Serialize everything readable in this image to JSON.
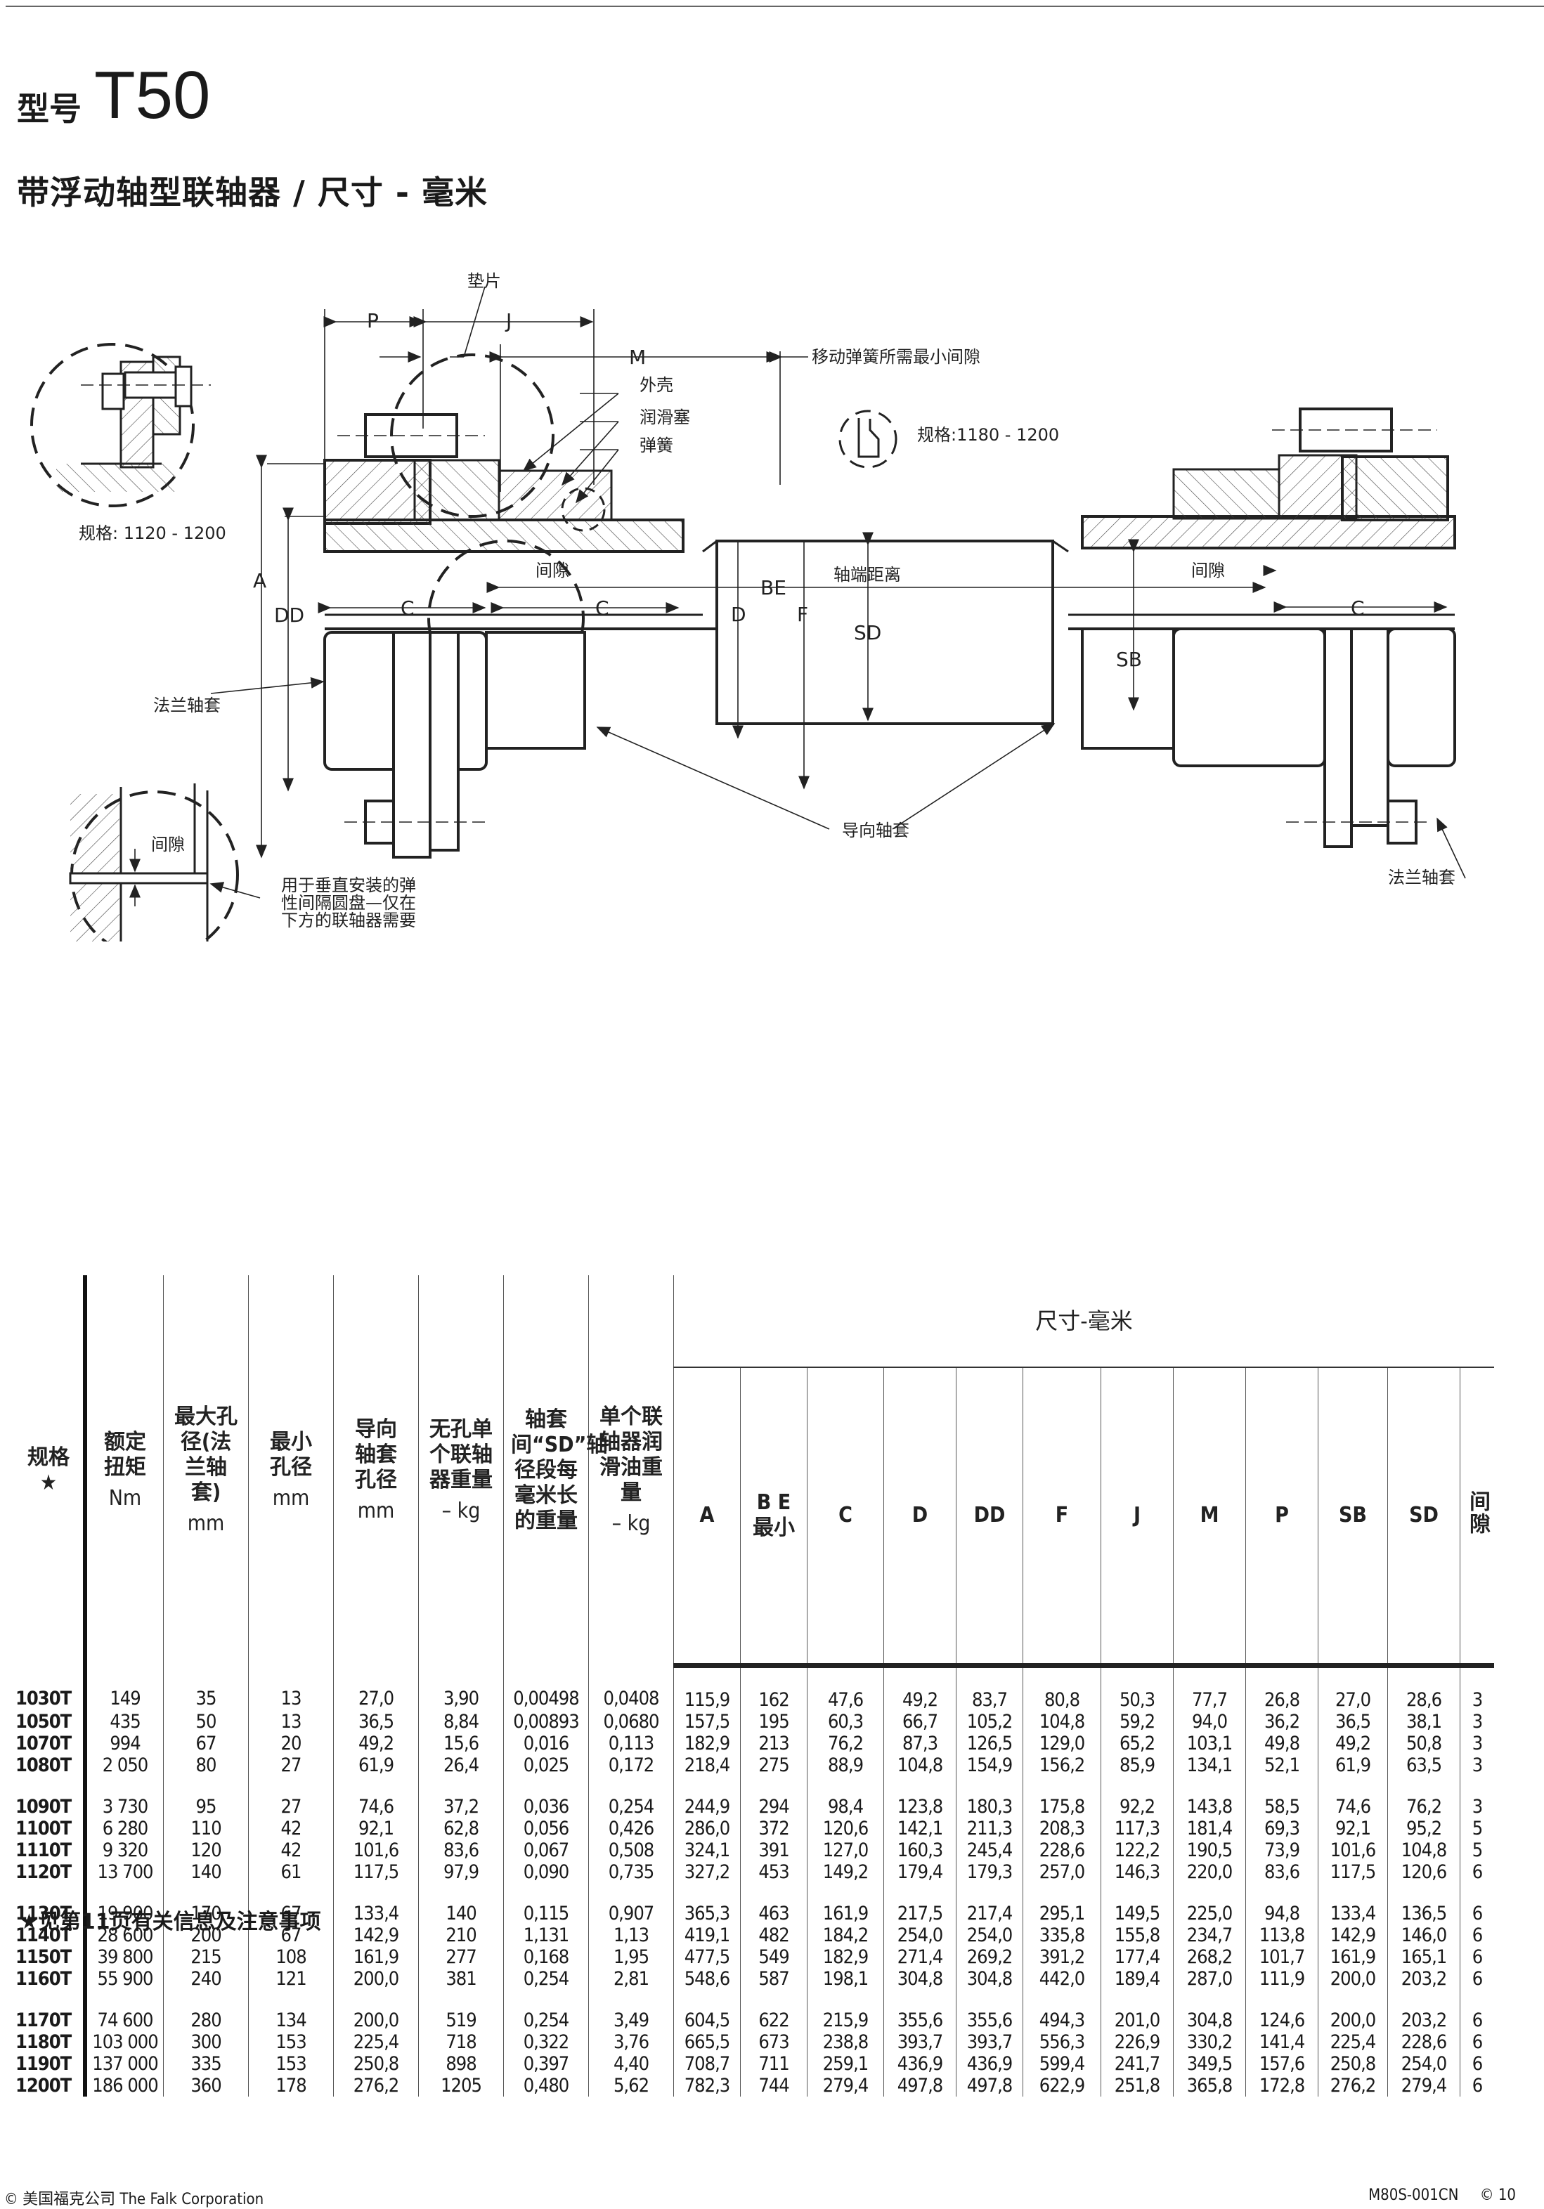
{
  "header": {
    "model_prefix": "型号",
    "model_code": "T50",
    "subtitle": "带浮动轴型联轴器 / 尺寸 - 毫米"
  },
  "drawing": {
    "labels": {
      "shim": "垫片",
      "p": "P",
      "j": "J",
      "m": "M",
      "min_clearance": "移动弹簧所需最小间隙",
      "shell": "外壳",
      "lube_plug": "润滑塞",
      "spring": "弹簧",
      "detail_top_left_size": "规格: 1120 - 1200",
      "detail_top_center_size": "规格:1180 - 1200",
      "a": "A",
      "dd": "DD",
      "c_left": "C",
      "c_mid": "C",
      "c_right": "C",
      "gap_left": "间隙",
      "gap_right": "间隙",
      "be": "BE",
      "shaft_end_distance": "轴端距离",
      "d": "D",
      "f": "F",
      "sd": "SD",
      "sb": "SB",
      "flange_hub_left": "法兰轴套",
      "flange_hub_right": "法兰轴套",
      "guide_hub": "导向轴套",
      "detail_gap": "间隙",
      "vertical_note_line1": "用于垂直安装的弹",
      "vertical_note_line2": "性间隔圆盘—仅在",
      "vertical_note_line3": "下方的联轴器需要"
    }
  },
  "table": {
    "headers": {
      "size": "规格",
      "size_mark": "★",
      "torque": "额定扭矩",
      "torque_unit": "Nm",
      "max_bore": "最大孔径(法兰轴套)",
      "max_bore_unit": "mm",
      "min_bore": "最小孔径",
      "min_bore_unit": "mm",
      "guide_bore": "导向轴套孔径",
      "guide_bore_unit": "mm",
      "weight": "无孔单个联轴器重量",
      "weight_unit": "– kg",
      "sd_weight": "轴套间“SD”轴径段每毫米长的重量",
      "lube_weight": "单个联轴器润滑油重量",
      "lube_weight_unit": "– kg",
      "dims_group": "尺寸-毫米",
      "a": "A",
      "be": "B E",
      "be_sub": "最小",
      "c": "C",
      "d": "D",
      "dd": "DD",
      "f": "F",
      "j": "J",
      "m": "M",
      "p": "P",
      "sb": "SB",
      "sd": "SD",
      "gap": "间隙"
    },
    "groups": [
      [
        [
          "1030T",
          "149",
          "35",
          "13",
          "27,0",
          "3,90",
          "0,00498",
          "0,0408",
          "115,9",
          "162",
          "47,6",
          "49,2",
          "83,7",
          "80,8",
          "50,3",
          "77,7",
          "26,8",
          "27,0",
          "28,6",
          "3"
        ],
        [
          "1050T",
          "435",
          "50",
          "13",
          "36,5",
          "8,84",
          "0,00893",
          "0,0680",
          "157,5",
          "195",
          "60,3",
          "66,7",
          "105,2",
          "104,8",
          "59,2",
          "94,0",
          "36,2",
          "36,5",
          "38,1",
          "3"
        ],
        [
          "1070T",
          "994",
          "67",
          "20",
          "49,2",
          "15,6",
          "0,016",
          "0,113",
          "182,9",
          "213",
          "76,2",
          "87,3",
          "126,5",
          "129,0",
          "65,2",
          "103,1",
          "49,8",
          "49,2",
          "50,8",
          "3"
        ],
        [
          "1080T",
          "2 050",
          "80",
          "27",
          "61,9",
          "26,4",
          "0,025",
          "0,172",
          "218,4",
          "275",
          "88,9",
          "104,8",
          "154,9",
          "156,2",
          "85,9",
          "134,1",
          "52,1",
          "61,9",
          "63,5",
          "3"
        ]
      ],
      [
        [
          "1090T",
          "3 730",
          "95",
          "27",
          "74,6",
          "37,2",
          "0,036",
          "0,254",
          "244,9",
          "294",
          "98,4",
          "123,8",
          "180,3",
          "175,8",
          "92,2",
          "143,8",
          "58,5",
          "74,6",
          "76,2",
          "3"
        ],
        [
          "1100T",
          "6 280",
          "110",
          "42",
          "92,1",
          "62,8",
          "0,056",
          "0,426",
          "286,0",
          "372",
          "120,6",
          "142,1",
          "211,3",
          "208,3",
          "117,3",
          "181,4",
          "69,3",
          "92,1",
          "95,2",
          "5"
        ],
        [
          "1110T",
          "9 320",
          "120",
          "42",
          "101,6",
          "83,6",
          "0,067",
          "0,508",
          "324,1",
          "391",
          "127,0",
          "160,3",
          "245,4",
          "228,6",
          "122,2",
          "190,5",
          "73,9",
          "101,6",
          "104,8",
          "5"
        ],
        [
          "1120T",
          "13 700",
          "140",
          "61",
          "117,5",
          "97,9",
          "0,090",
          "0,735",
          "327,2",
          "453",
          "149,2",
          "179,4",
          "179,3",
          "257,0",
          "146,3",
          "220,0",
          "83,6",
          "117,5",
          "120,6",
          "6"
        ]
      ],
      [
        [
          "1130T",
          "19 900",
          "170",
          "67",
          "133,4",
          "140",
          "0,115",
          "0,907",
          "365,3",
          "463",
          "161,9",
          "217,5",
          "217,4",
          "295,1",
          "149,5",
          "225,0",
          "94,8",
          "133,4",
          "136,5",
          "6"
        ],
        [
          "1140T",
          "28 600",
          "200",
          "67",
          "142,9",
          "210",
          "1,131",
          "1,13",
          "419,1",
          "482",
          "184,2",
          "254,0",
          "254,0",
          "335,8",
          "155,8",
          "234,7",
          "113,8",
          "142,9",
          "146,0",
          "6"
        ],
        [
          "1150T",
          "39 800",
          "215",
          "108",
          "161,9",
          "277",
          "0,168",
          "1,95",
          "477,5",
          "549",
          "182,9",
          "271,4",
          "269,2",
          "391,2",
          "177,4",
          "268,2",
          "101,7",
          "161,9",
          "165,1",
          "6"
        ],
        [
          "1160T",
          "55 900",
          "240",
          "121",
          "200,0",
          "381",
          "0,254",
          "2,81",
          "548,6",
          "587",
          "198,1",
          "304,8",
          "304,8",
          "442,0",
          "189,4",
          "287,0",
          "111,9",
          "200,0",
          "203,2",
          "6"
        ]
      ],
      [
        [
          "1170T",
          "74 600",
          "280",
          "134",
          "200,0",
          "519",
          "0,254",
          "3,49",
          "604,5",
          "622",
          "215,9",
          "355,6",
          "355,6",
          "494,3",
          "201,0",
          "304,8",
          "124,6",
          "200,0",
          "203,2",
          "6"
        ],
        [
          "1180T",
          "103 000",
          "300",
          "153",
          "225,4",
          "718",
          "0,322",
          "3,76",
          "665,5",
          "673",
          "238,8",
          "393,7",
          "393,7",
          "556,3",
          "226,9",
          "330,2",
          "141,4",
          "225,4",
          "228,6",
          "6"
        ],
        [
          "1190T",
          "137 000",
          "335",
          "153",
          "250,8",
          "898",
          "0,397",
          "4,40",
          "708,7",
          "711",
          "259,1",
          "436,9",
          "436,9",
          "599,4",
          "241,7",
          "349,5",
          "157,6",
          "250,8",
          "254,0",
          "6"
        ],
        [
          "1200T",
          "186 000",
          "360",
          "178",
          "276,2",
          "1205",
          "0,480",
          "5,62",
          "782,3",
          "744",
          "279,4",
          "497,8",
          "497,8",
          "622,9",
          "251,8",
          "365,8",
          "172,8",
          "276,2",
          "279,4",
          "6"
        ]
      ]
    ]
  },
  "footnote": "★见第11页有关信息及注意事项",
  "footer": {
    "copyright": "© 美国福克公司 The Falk Corporation",
    "doc_code": "M80S-001CN",
    "page": "© 10"
  }
}
